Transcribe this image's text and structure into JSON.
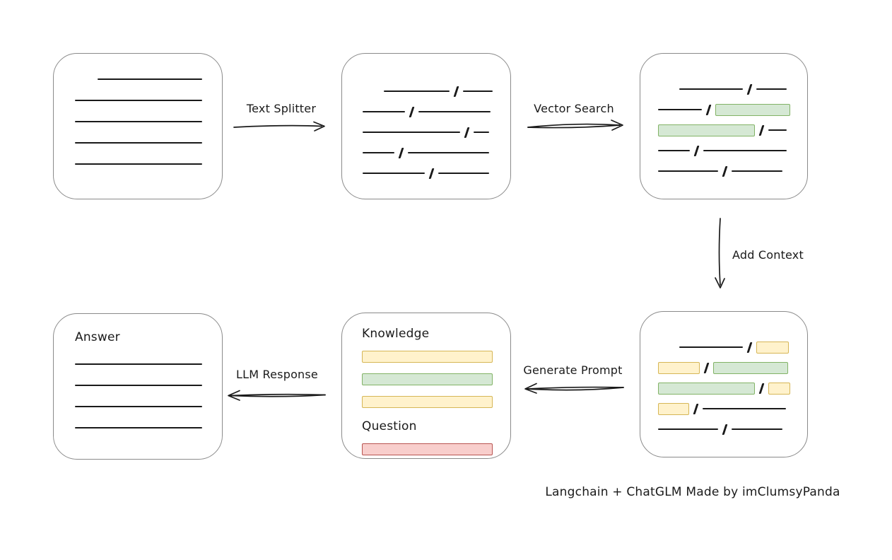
{
  "caption": "Langchain + ChatGLM Made by imClumsyPanda",
  "arrows": {
    "text_splitter": {
      "label": "Text Splitter"
    },
    "vector_search": {
      "label": "Vector Search"
    },
    "add_context": {
      "label": "Add Context"
    },
    "generate_prompt": {
      "label": "Generate Prompt"
    },
    "llm_response": {
      "label": "LLM Response"
    }
  },
  "colors": {
    "ink": "#1a1a1a",
    "box_border": "#8a8a8a",
    "green_fill": "#d5e8d4",
    "green_stroke": "#82b366",
    "yellow_fill": "#fff2cc",
    "yellow_stroke": "#d6b656",
    "red_fill": "#f8cecc",
    "red_stroke": "#b85450"
  },
  "boxes": {
    "document": {
      "rows": [
        [
          {
            "t": "gap",
            "w": 32
          },
          {
            "t": "line",
            "w": 148
          }
        ],
        [
          {
            "t": "line",
            "w": 180
          }
        ],
        [
          {
            "t": "line",
            "w": 180
          }
        ],
        [
          {
            "t": "line",
            "w": 180
          }
        ],
        [
          {
            "t": "line",
            "w": 180
          }
        ]
      ]
    },
    "split_chunks": {
      "rows": [
        [
          {
            "t": "gap",
            "w": 30
          },
          {
            "t": "line",
            "w": 93
          },
          {
            "t": "slash"
          },
          {
            "t": "line",
            "w": 42
          }
        ],
        [
          {
            "t": "line",
            "w": 60
          },
          {
            "t": "slash"
          },
          {
            "t": "line",
            "w": 102
          }
        ],
        [
          {
            "t": "line",
            "w": 138
          },
          {
            "t": "slash"
          },
          {
            "t": "line",
            "w": 22
          }
        ],
        [
          {
            "t": "line",
            "w": 45
          },
          {
            "t": "slash"
          },
          {
            "t": "line",
            "w": 115
          }
        ],
        [
          {
            "t": "line",
            "w": 88
          },
          {
            "t": "slash"
          },
          {
            "t": "line",
            "w": 72
          }
        ]
      ]
    },
    "matched_chunks": {
      "rows": [
        [
          {
            "t": "gap",
            "w": 30
          },
          {
            "t": "line",
            "w": 90
          },
          {
            "t": "slash"
          },
          {
            "t": "line",
            "w": 43
          }
        ],
        [
          {
            "t": "line",
            "w": 62
          },
          {
            "t": "slash"
          },
          {
            "t": "green",
            "w": 104
          }
        ],
        [
          {
            "t": "green",
            "w": 135
          },
          {
            "t": "slash"
          },
          {
            "t": "line",
            "w": 26
          }
        ],
        [
          {
            "t": "line",
            "w": 45
          },
          {
            "t": "slash"
          },
          {
            "t": "line",
            "w": 118
          }
        ],
        [
          {
            "t": "line",
            "w": 85
          },
          {
            "t": "slash"
          },
          {
            "t": "line",
            "w": 72
          }
        ]
      ]
    },
    "context_chunks": {
      "rows": [
        [
          {
            "t": "gap",
            "w": 30
          },
          {
            "t": "line",
            "w": 90
          },
          {
            "t": "slash"
          },
          {
            "t": "yellow",
            "w": 44
          }
        ],
        [
          {
            "t": "yellow",
            "w": 57
          },
          {
            "t": "slash"
          },
          {
            "t": "green",
            "w": 104
          }
        ],
        [
          {
            "t": "green",
            "w": 135
          },
          {
            "t": "slash"
          },
          {
            "t": "yellow",
            "w": 29
          }
        ],
        [
          {
            "t": "yellow",
            "w": 42
          },
          {
            "t": "slash"
          },
          {
            "t": "line",
            "w": 118
          }
        ],
        [
          {
            "t": "line",
            "w": 85
          },
          {
            "t": "slash"
          },
          {
            "t": "line",
            "w": 72
          }
        ]
      ]
    },
    "prompt": {
      "knowledge_label": "Knowledge",
      "question_label": "Question",
      "knowledge_bars": [
        "yellow",
        "green",
        "yellow"
      ],
      "question_bars": [
        "red"
      ]
    },
    "answer": {
      "label": "Answer",
      "rows": [
        [
          {
            "t": "line",
            "w": 180
          }
        ],
        [
          {
            "t": "line",
            "w": 180
          }
        ],
        [
          {
            "t": "line",
            "w": 180
          }
        ],
        [
          {
            "t": "line",
            "w": 180
          }
        ]
      ]
    }
  }
}
